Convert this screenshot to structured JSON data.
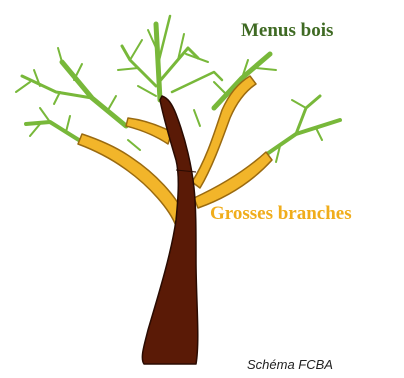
{
  "labels": {
    "fine_wood": "Menus bois",
    "large_branches": "Grosses branches",
    "credit": "Schéma FCBA"
  },
  "colors": {
    "trunk": "#5a1a06",
    "trunk_outline": "#2a0b02",
    "large_branches": "#f2b52a",
    "large_branches_outline": "#9a6a10",
    "fine_wood": "#78b83a",
    "fine_wood_outline": "#3f6e1c",
    "fine_wood_label": "#3f6a23",
    "large_branches_label": "#f0ad1b",
    "credit_text": "#222222"
  }
}
